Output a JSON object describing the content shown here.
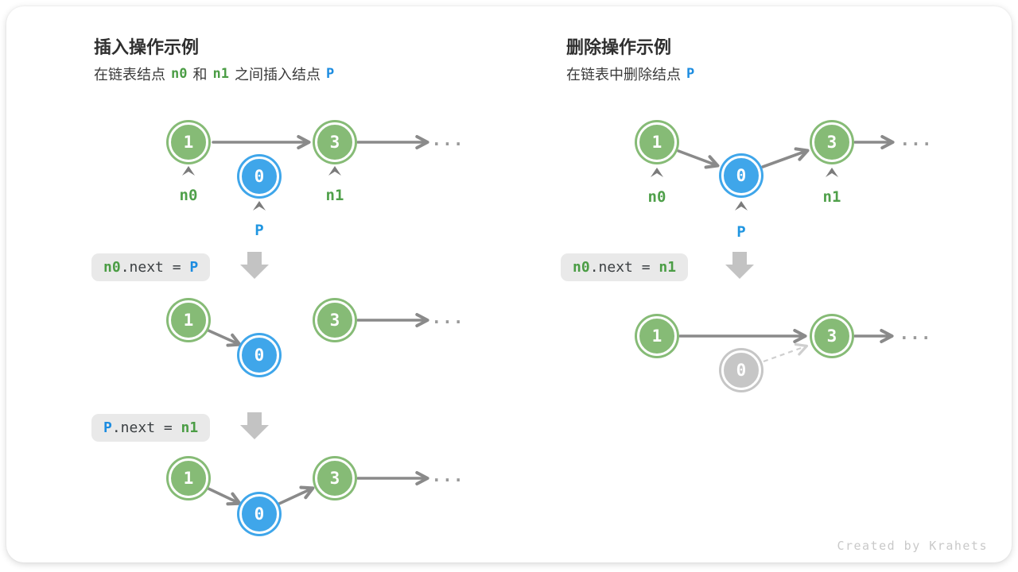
{
  "colors": {
    "node_green": "#86BB76",
    "node_blue": "#3FA6EA",
    "node_gray": "#C6C6C6",
    "arrow_gray": "#8A8A8A",
    "dashed_gray": "#CFCFCF",
    "block_arrow_gray": "#C3C3C3",
    "code_background": "#E9E9E9",
    "code_text": "#3C4043",
    "code_green": "#4B9D45",
    "code_blue": "#1C8CE0",
    "title_text": "#2F2F2F"
  },
  "left": {
    "title": "插入操作示例",
    "subtitle": {
      "t1": "在链表结点",
      "n0": "n0",
      "t2": "和",
      "n1": "n1",
      "t3": "之间插入结点",
      "p": "P"
    },
    "code1": {
      "lhs": "n0",
      "mid": ".next = ",
      "rhs": "P"
    },
    "code2": {
      "lhs": "P",
      "mid": ".next = ",
      "rhs": "n1"
    },
    "labels": {
      "n0": "n0",
      "n1": "n1",
      "p": "P"
    },
    "d1": {
      "a": "1",
      "b": "3",
      "p": "0",
      "dots": "..."
    },
    "d2": {
      "a": "1",
      "b": "3",
      "p": "0",
      "dots": "..."
    },
    "d3": {
      "a": "1",
      "b": "3",
      "p": "0",
      "dots": "..."
    }
  },
  "right": {
    "title": "删除操作示例",
    "subtitle": {
      "t1": "在链表中删除结点",
      "p": "P"
    },
    "code1": {
      "lhs": "n0",
      "mid": ".next = ",
      "rhs": "n1"
    },
    "labels": {
      "n0": "n0",
      "n1": "n1",
      "p": "P"
    },
    "d1": {
      "a": "1",
      "b": "3",
      "p": "0",
      "dots": "..."
    },
    "d2": {
      "a": "1",
      "b": "3",
      "p": "0",
      "dots": "..."
    }
  },
  "footer": {
    "credit": "Created by Krahets"
  }
}
